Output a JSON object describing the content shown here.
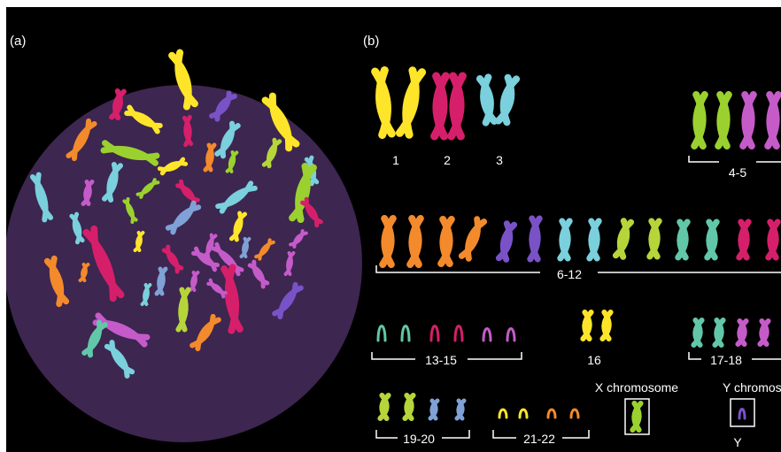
{
  "panels": {
    "a": "(a)",
    "b": "(b)"
  },
  "colors": {
    "background": "#000000",
    "nucleus": "#3d2650",
    "palette": [
      "#ffe52a",
      "#d61f6a",
      "#7ad0dc",
      "#9bd12f",
      "#c55bc9",
      "#f38a2b",
      "#7a52c7",
      "#7fa1d6",
      "#62c7a8",
      "#b6d53a"
    ]
  },
  "groups": [
    {
      "label": "1"
    },
    {
      "label": "2"
    },
    {
      "label": "3"
    },
    {
      "label": "4-5"
    },
    {
      "label": "6-12"
    },
    {
      "label": "13-15"
    },
    {
      "label": "16"
    },
    {
      "label": "17-18"
    },
    {
      "label": "19-20"
    },
    {
      "label": "21-22"
    }
  ],
  "sex": {
    "x_title": "X chromosome",
    "y_title": "Y chromosome",
    "y_label": "Y"
  }
}
